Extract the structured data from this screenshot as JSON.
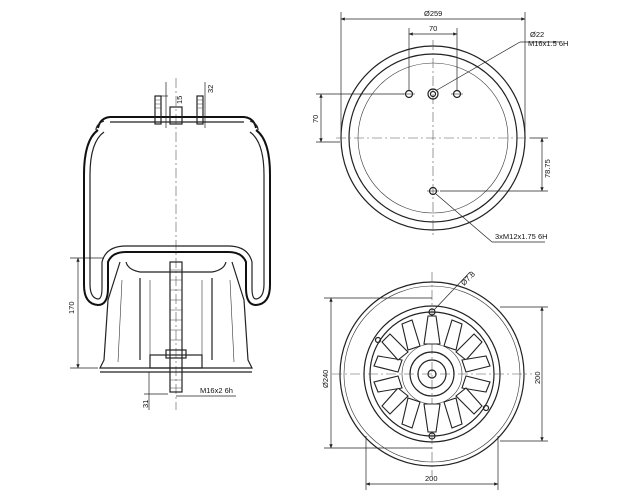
{
  "side_view": {
    "dim_stud_left": "15",
    "dim_stud_right": "32",
    "dim_height": "170",
    "dim_bottom": "31",
    "thread_label": "M16x2 6h"
  },
  "top_view": {
    "dim_diameter": "Ø259",
    "dim_spacing": "70",
    "dim_hole_diameter": "Ø22",
    "dim_hole_thread": "M16x1.5 6H",
    "dim_offset": "70",
    "dim_vertical": "78.75",
    "dim_holes_note": "3xM12x1.75 6H"
  },
  "bottom_view": {
    "dim_hole": "Ø7.8",
    "dim_diameter": "Ø240",
    "dim_height": "200",
    "dim_width": "200"
  }
}
